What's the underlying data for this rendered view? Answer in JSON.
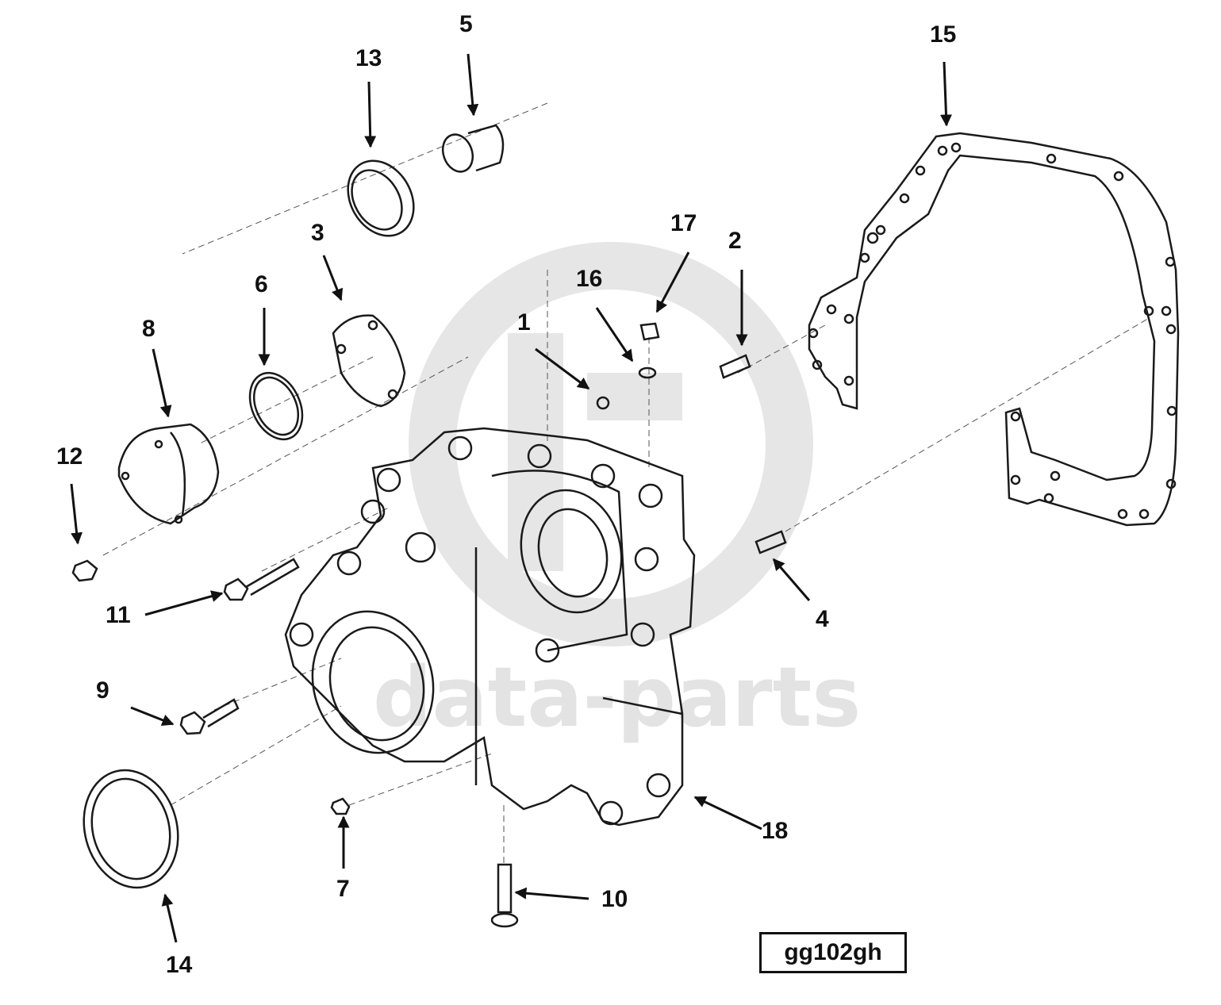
{
  "diagram": {
    "reference_code": "gg102gh",
    "watermark": {
      "text": "data-parts",
      "color": "#e3e3e3"
    },
    "callouts": [
      {
        "label": "1"
      },
      {
        "label": "2"
      },
      {
        "label": "3"
      },
      {
        "label": "4"
      },
      {
        "label": "5"
      },
      {
        "label": "6"
      },
      {
        "label": "7"
      },
      {
        "label": "8"
      },
      {
        "label": "9"
      },
      {
        "label": "10"
      },
      {
        "label": "11"
      },
      {
        "label": "12"
      },
      {
        "label": "13"
      },
      {
        "label": "14"
      },
      {
        "label": "15"
      },
      {
        "label": "16"
      },
      {
        "label": "17"
      },
      {
        "label": "18"
      }
    ],
    "colors": {
      "line": "#1a1a1a",
      "background": "#ffffff"
    }
  }
}
